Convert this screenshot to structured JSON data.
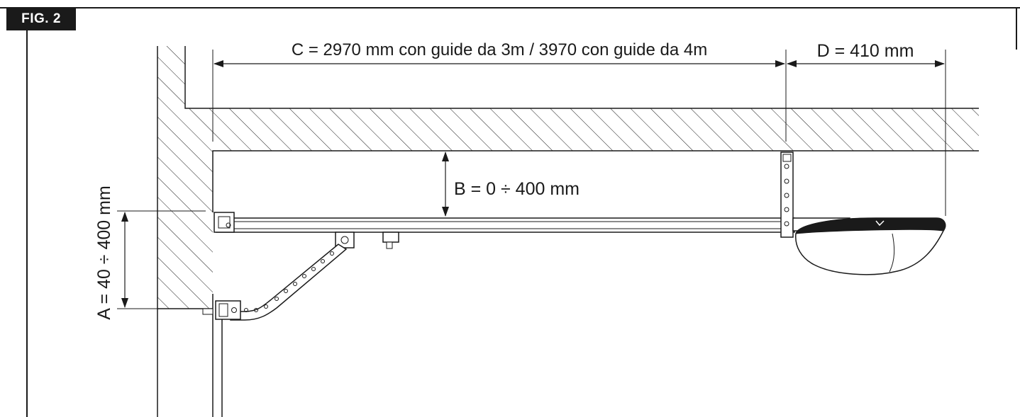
{
  "figure": {
    "label": "FIG. 2"
  },
  "dimensions": {
    "a": "A = 40 ÷ 400 mm",
    "b": "B = 0 ÷ 400 mm",
    "c": "C = 2970 mm con guide da 3m / 3970 con guide da 4m",
    "d": "D = 410 mm"
  },
  "colors": {
    "line": "#1a1a1a",
    "label_bg": "#1a1a1a",
    "label_text": "#ffffff"
  }
}
